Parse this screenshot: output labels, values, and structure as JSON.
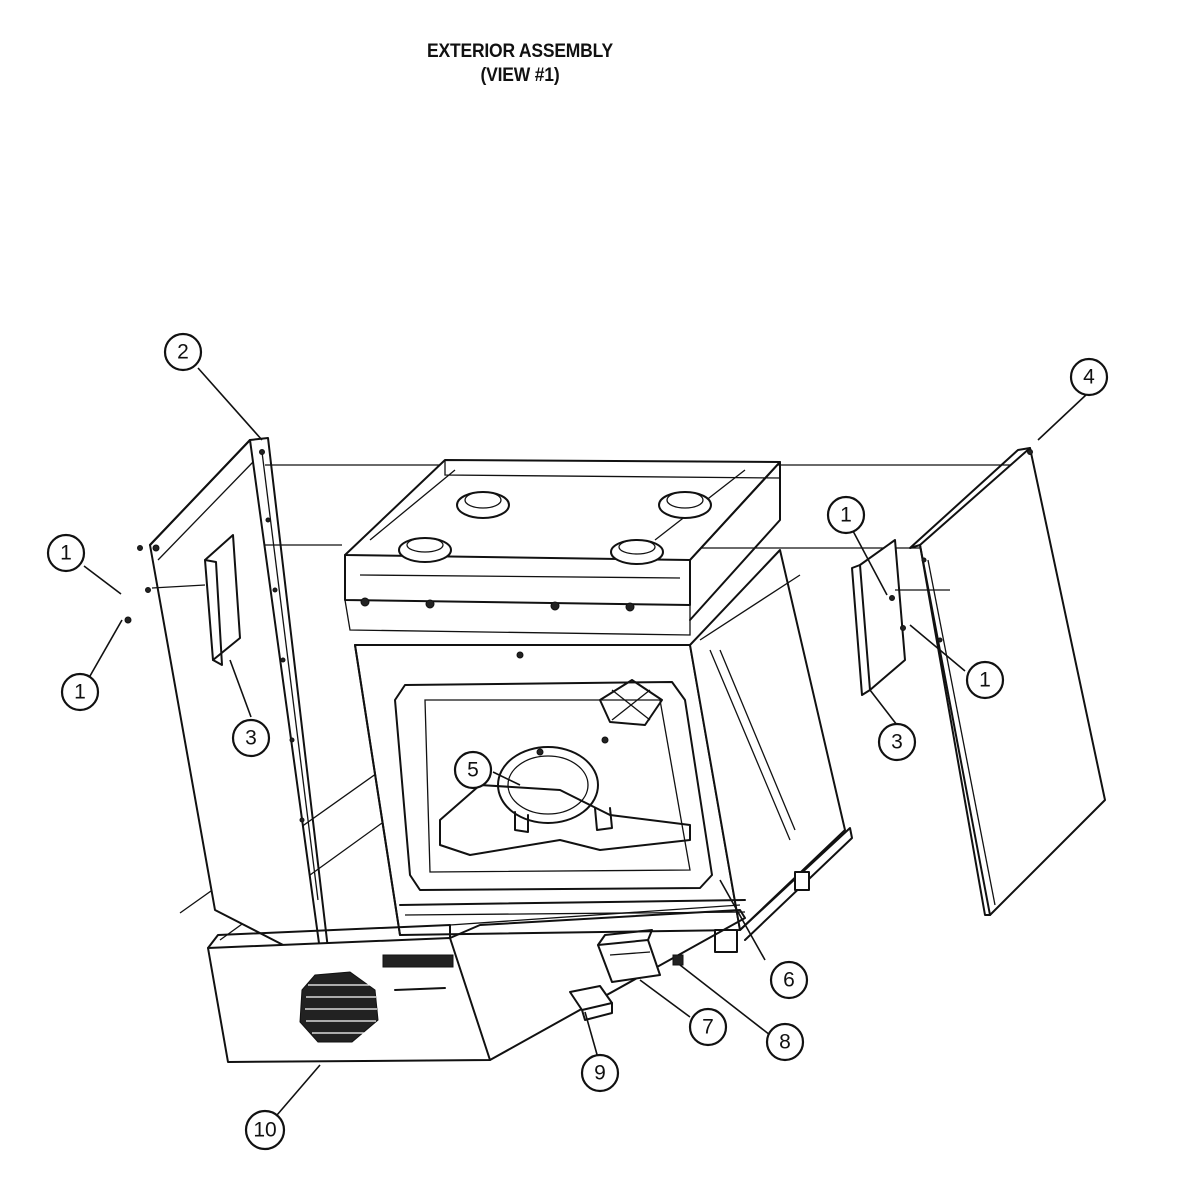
{
  "header": {
    "title": "EXTERIOR ASSEMBLY",
    "subtitle": "(VIEW #1)"
  },
  "callouts": [
    {
      "id": "c1a",
      "label": "1"
    },
    {
      "id": "c1b",
      "label": "1"
    },
    {
      "id": "c1c",
      "label": "1"
    },
    {
      "id": "c1d",
      "label": "1"
    },
    {
      "id": "c2",
      "label": "2"
    },
    {
      "id": "c3a",
      "label": "3"
    },
    {
      "id": "c3b",
      "label": "3"
    },
    {
      "id": "c4",
      "label": "4"
    },
    {
      "id": "c5",
      "label": "5"
    },
    {
      "id": "c6",
      "label": "6"
    },
    {
      "id": "c7",
      "label": "7"
    },
    {
      "id": "c8",
      "label": "8"
    },
    {
      "id": "c9",
      "label": "9"
    },
    {
      "id": "c10",
      "label": "10"
    }
  ],
  "style": {
    "line_color": "#111111",
    "background": "#ffffff"
  }
}
